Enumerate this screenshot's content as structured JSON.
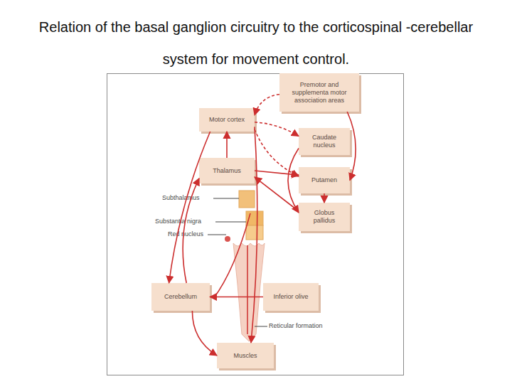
{
  "diagram": {
    "title": "Relation of the basal ganglion circuitry to the corticospinal -cerebellar system for movement control.",
    "nodes": [
      {
        "text": [
          "Premotor and supplementa motor association areas"
        ]
      },
      {
        "text": [
          "Motor cortex"
        ]
      },
      {
        "text": [
          "Caudate nucleus"
        ]
      },
      {
        "text": [
          "Thalamus"
        ]
      },
      {
        "text": [
          "Putamen"
        ]
      },
      {
        "text": [
          "Globus pallidus"
        ]
      },
      {
        "text": [
          "Cerebellum"
        ]
      },
      {
        "text": [
          "Inferior olive"
        ]
      },
      {
        "text": [
          "Muscles"
        ]
      }
    ],
    "edges": [
      {
        "from": 0,
        "to": 4,
        "arrow": "to"
      },
      {
        "from": 0,
        "to": 1,
        "arrow": "to"
      },
      {
        "from": 1,
        "to": 2,
        "arrow": "to"
      },
      {
        "from": 1,
        "to": 4,
        "arrow": "to"
      },
      {
        "from": 2,
        "to": 5,
        "arrow": "to"
      },
      {
        "from": 4,
        "to": 5,
        "arrow": "to"
      },
      {
        "from": 5,
        "to": 3,
        "arrow": "to"
      },
      {
        "from": 3,
        "to": 1,
        "arrow": "to"
      },
      {
        "from": 1,
        "to": 8,
        "arrow": "to"
      },
      {
        "from": 7,
        "to": 6,
        "arrow": "to"
      },
      {
        "from": 6,
        "to": 3,
        "arrow": "to"
      },
      {
        "from": 6,
        "to": 8,
        "arrow": "to"
      },
      {
        "from": 1,
        "to": 6,
        "arrow": "to"
      },
      {
        "from": 3,
        "to": 4,
        "arrow": "to"
      }
    ],
    "labels": [
      "Subthalamus",
      "Substantia nigra",
      "Red nucleus",
      "Reticular formation"
    ]
  }
}
